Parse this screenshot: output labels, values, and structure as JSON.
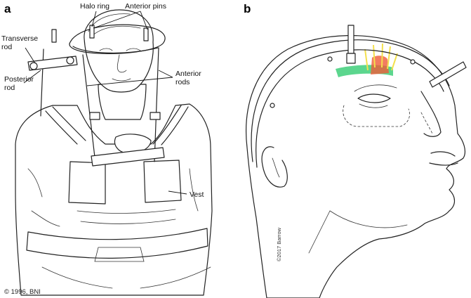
{
  "panel_a": {
    "letter": "a",
    "labels": {
      "halo_ring": "Halo ring",
      "anterior_pins": "Anterior pins",
      "transverse_rod_1": "Transverse",
      "transverse_rod_2": "rod",
      "posterior_rod_1": "Posterior",
      "posterior_rod_2": "rod",
      "anterior_rods_1": "Anterior",
      "anterior_rods_2": "rods",
      "vest": "Vest"
    },
    "copyright": "© 1996, BNI"
  },
  "panel_b": {
    "letter": "b",
    "copyright": "©2017 Barrow",
    "colors": {
      "green_zone": "#3fcf7a",
      "red_zone": "#ef5b3a",
      "yellow_zone": "#f4e04d"
    }
  }
}
